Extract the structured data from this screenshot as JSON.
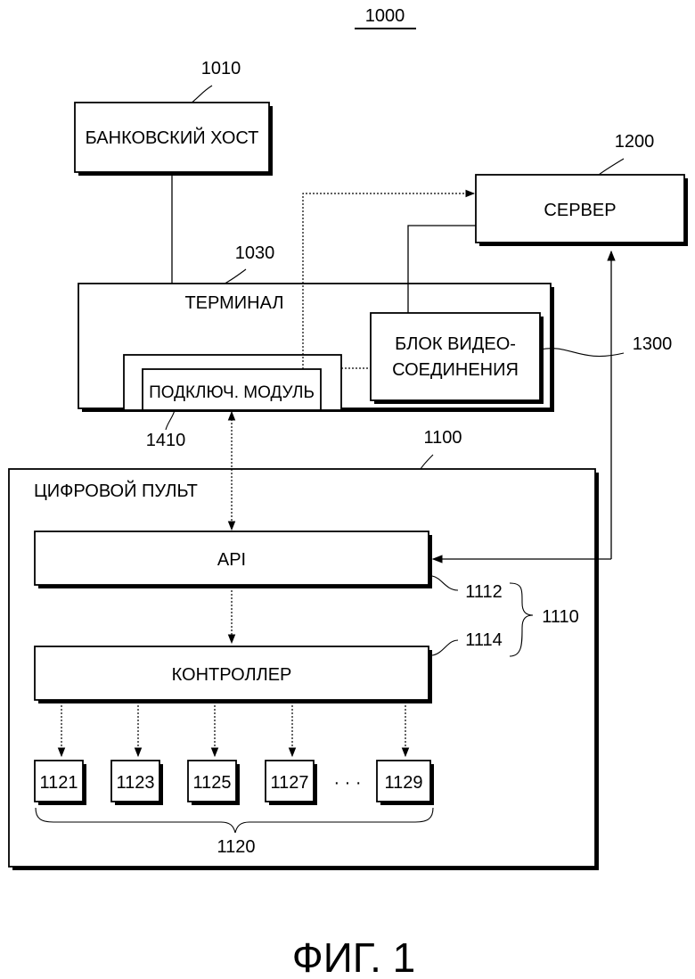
{
  "figure": {
    "number": "1000",
    "caption": "ФИГ. 1"
  },
  "blocks": {
    "bank_host": {
      "ref": "1010",
      "label": "БАНКОВСКИЙ ХОСТ"
    },
    "server": {
      "ref": "1200",
      "label": "СЕРВЕР"
    },
    "terminal": {
      "ref": "1030",
      "label": "ТЕРМИНАЛ"
    },
    "video_unit": {
      "ref": "1300",
      "label_line1": "БЛОК ВИДЕО-",
      "label_line2": "СОЕДИНЕНИЯ"
    },
    "plugin_module": {
      "ref": "1410",
      "label": "ПОДКЛЮЧ. МОДУЛЬ"
    },
    "digital_console": {
      "ref": "1100",
      "label": "ЦИФРОВОЙ ПУЛЬТ"
    },
    "api": {
      "ref": "1112",
      "label": "API"
    },
    "controller": {
      "ref": "1114",
      "label": "КОНТРОЛЛЕР"
    },
    "group_api_controller": {
      "ref": "1110"
    },
    "devices": {
      "items": [
        "1121",
        "1123",
        "1125",
        "1127",
        "1129"
      ],
      "ellipsis": "· · ·",
      "group_ref": "1120"
    }
  }
}
